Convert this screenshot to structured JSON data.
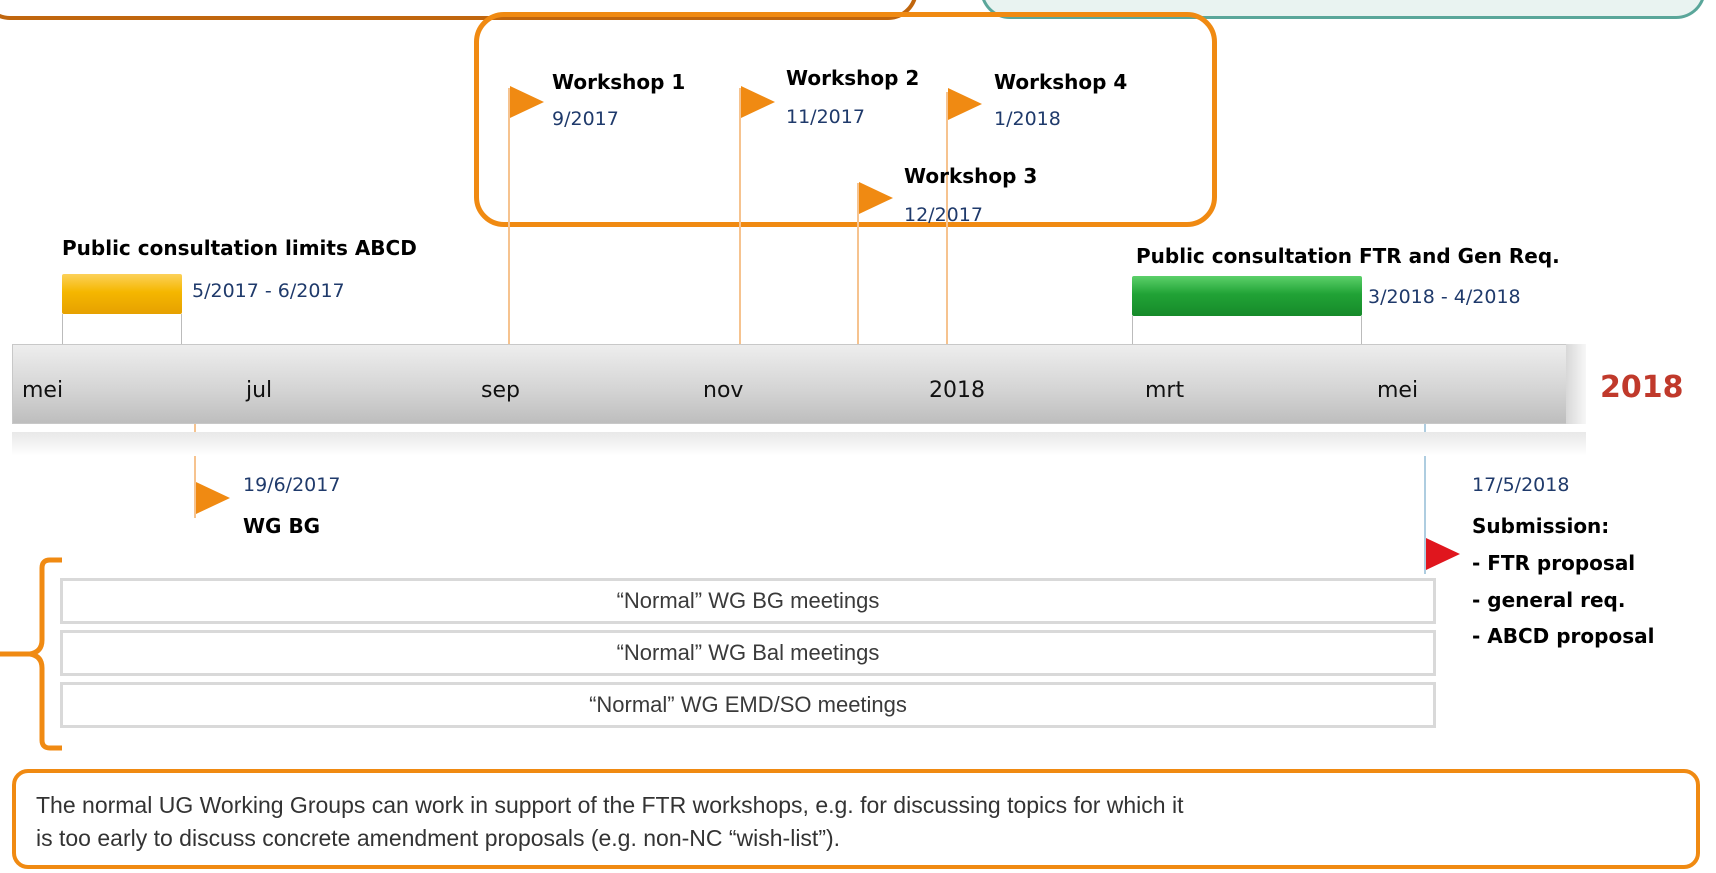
{
  "year_label": "2018",
  "months": [
    "mei",
    "jul",
    "sep",
    "nov",
    "2018",
    "mrt",
    "mei"
  ],
  "workshops": [
    {
      "title": "Workshop 1",
      "date": "9/2017"
    },
    {
      "title": "Workshop 2",
      "date": "11/2017"
    },
    {
      "title": "Workshop 3",
      "date": "12/2017"
    },
    {
      "title": "Workshop 4",
      "date": "1/2018"
    }
  ],
  "consultation_abcd": {
    "title": "Public consultation limits ABCD",
    "date": "5/2017 - 6/2017",
    "color": "#f5b700"
  },
  "consultation_ftr": {
    "title": "Public consultation FTR and Gen Req.",
    "date": "3/2018 -  4/2018",
    "color": "#21a336"
  },
  "wg_bg": {
    "date": "19/6/2017",
    "title": "WG BG"
  },
  "submission": {
    "date": "17/5/2018",
    "title": "Submission:",
    "items": [
      "- FTR proposal",
      "- general req.",
      "- ABCD proposal"
    ]
  },
  "wg_bars": [
    "“Normal” WG BG meetings",
    "“Normal” WG Bal meetings",
    "“Normal” WG EMD/SO meetings"
  ],
  "note": {
    "line1": "The normal UG Working Groups can work in support of the FTR workshops, e.g. for discussing topics for which it",
    "line2": "is too early to discuss concrete amendment proposals (e.g. non-NC “wish-list”)."
  },
  "colors": {
    "accent_orange": "#f08a12",
    "year_red": "#c0392b",
    "date_blue": "#1f3a6b",
    "teal": "#5aa69a"
  }
}
